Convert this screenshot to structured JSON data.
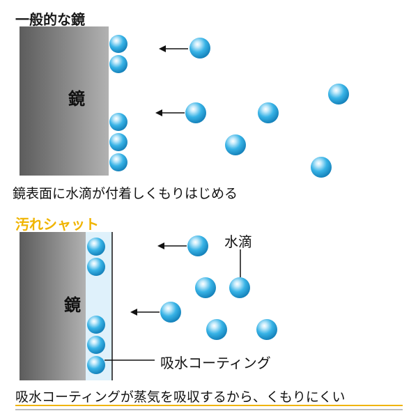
{
  "top": {
    "title": "一般的な鏡",
    "mirror_label": "鏡",
    "caption": "鏡表面に水滴が付着しくもりはじめる"
  },
  "bottom": {
    "title": "汚れシャット",
    "mirror_label": "鏡",
    "droplet_label": "水滴",
    "coating_label": "吸水コーティング",
    "caption": "吸水コーティングが蒸気を吸収するから、くもりにくい"
  },
  "colors": {
    "accent": "#f0b400",
    "droplet": "#1ea3dc",
    "coating": "#dff1fb",
    "mirror_dark": "#5a5a5a",
    "mirror_light": "#a8a8a8",
    "underline_top": "#f0b400",
    "underline_bottom": "#bdbdbd"
  }
}
